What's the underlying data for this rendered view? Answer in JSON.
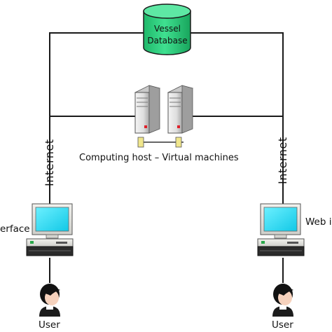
{
  "database": {
    "line1": "Vessel",
    "line2": "Database",
    "fill": "#27d07c"
  },
  "host": {
    "caption": "Computing host – Virtual machines"
  },
  "links": {
    "left": "Internet",
    "right": "Internet"
  },
  "clients": {
    "left": {
      "interface_label": "erface",
      "user_label": "User"
    },
    "right": {
      "interface_label": "Web i",
      "user_label": "User"
    }
  },
  "colors": {
    "screen": "#1fdcf4",
    "line": "#1a1a1a"
  },
  "icons": [
    "database-icon",
    "server-icon",
    "computer-icon",
    "user-icon"
  ]
}
